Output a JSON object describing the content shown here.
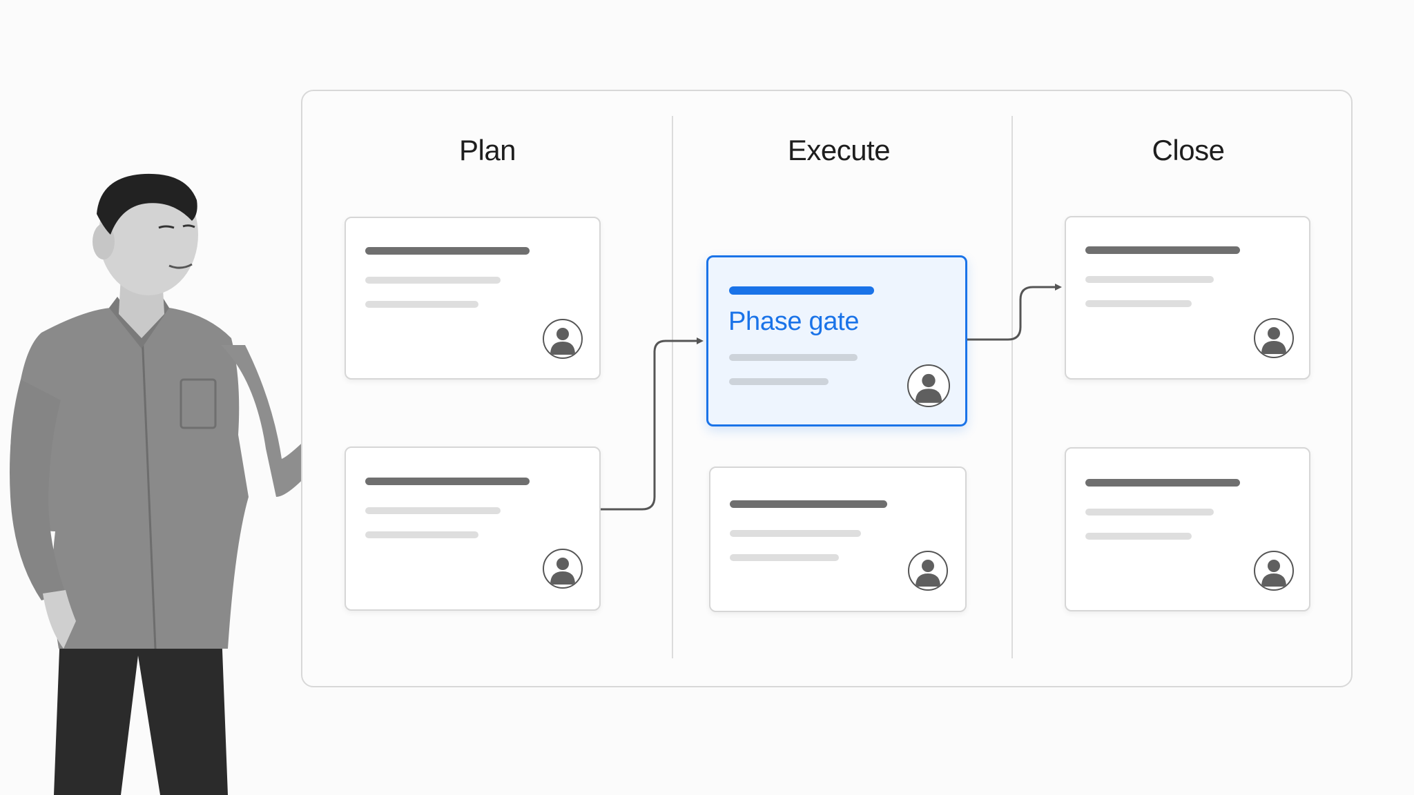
{
  "columns": [
    {
      "title": "Plan"
    },
    {
      "title": "Execute"
    },
    {
      "title": "Close"
    }
  ],
  "highlight_card": {
    "label": "Phase gate"
  },
  "colors": {
    "accent": "#1a73e8",
    "card_border": "#d6d6d6",
    "text_dark": "#1e1e1e"
  },
  "icons": [
    "user-avatar-icon",
    "arrow-right-icon"
  ]
}
